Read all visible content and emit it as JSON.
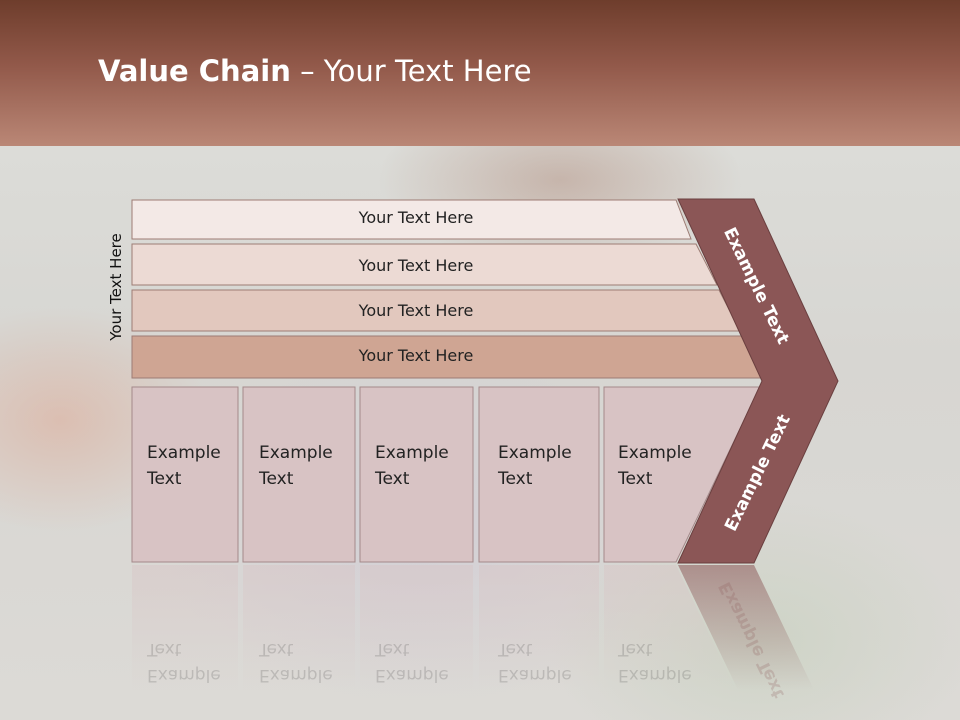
{
  "title": {
    "bold": "Value Chain",
    "rest": " – Your Text Here"
  },
  "side_label": "Your Text Here",
  "rows": [
    {
      "label": "Your Text Here"
    },
    {
      "label": "Your Text Here"
    },
    {
      "label": "Your Text Here"
    },
    {
      "label": "Your Text Here"
    }
  ],
  "columns": [
    {
      "line1": "Example",
      "line2": "Text"
    },
    {
      "line1": "Example",
      "line2": "Text"
    },
    {
      "line1": "Example",
      "line2": "Text"
    },
    {
      "line1": "Example",
      "line2": "Text"
    },
    {
      "line1": "Example",
      "line2": "Text"
    }
  ],
  "chevron": {
    "upper": "Example Text",
    "lower": "Example Text"
  },
  "colors": {
    "header_dark": "#6e3d2c",
    "header_light": "#ba8776",
    "chevron": "#8b5656",
    "row_1": "#f3e9e6",
    "row_2": "#ecdad4",
    "row_3": "#e2c8be",
    "row_4": "#cfa593",
    "column": "#d8c3c4"
  }
}
